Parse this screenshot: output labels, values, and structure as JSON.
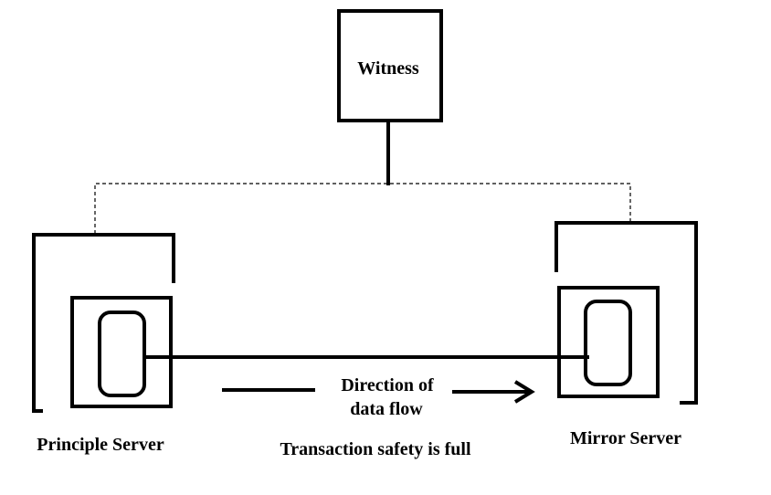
{
  "witness": {
    "label": "Witness"
  },
  "principal": {
    "label": "Principle Server"
  },
  "mirror": {
    "label": "Mirror Server"
  },
  "flow": {
    "label_line1": "Direction of",
    "label_line2": "data flow"
  },
  "safety": {
    "label": "Transaction safety is full"
  },
  "colors": {
    "stroke": "#000000",
    "background": "#ffffff"
  }
}
